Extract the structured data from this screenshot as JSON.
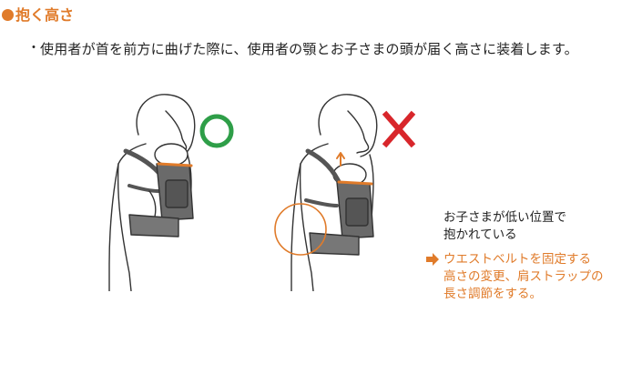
{
  "heading": "抱く高さ",
  "bullet": {
    "mark": "・",
    "text": "使用者が首を前方に曲げた際に、使用者の顎とお子さまの頭が届く高さに装着します。"
  },
  "illustration": {
    "correct": {
      "symbol": "circle-correct-icon",
      "color": "#2e9e48"
    },
    "incorrect": {
      "symbol": "cross-incorrect-icon",
      "color": "#d8262b"
    }
  },
  "note": {
    "line1": "お子さまが低い位置で",
    "line2": "抱かれている"
  },
  "tip": {
    "line1": "ウエストベルトを固定する",
    "line2": "高さの変更、肩ストラップの",
    "line3": "長さ調節をする。"
  },
  "colors": {
    "accent": "#e07b2a",
    "line": "#333333",
    "carrier": "#6a6a6a"
  }
}
